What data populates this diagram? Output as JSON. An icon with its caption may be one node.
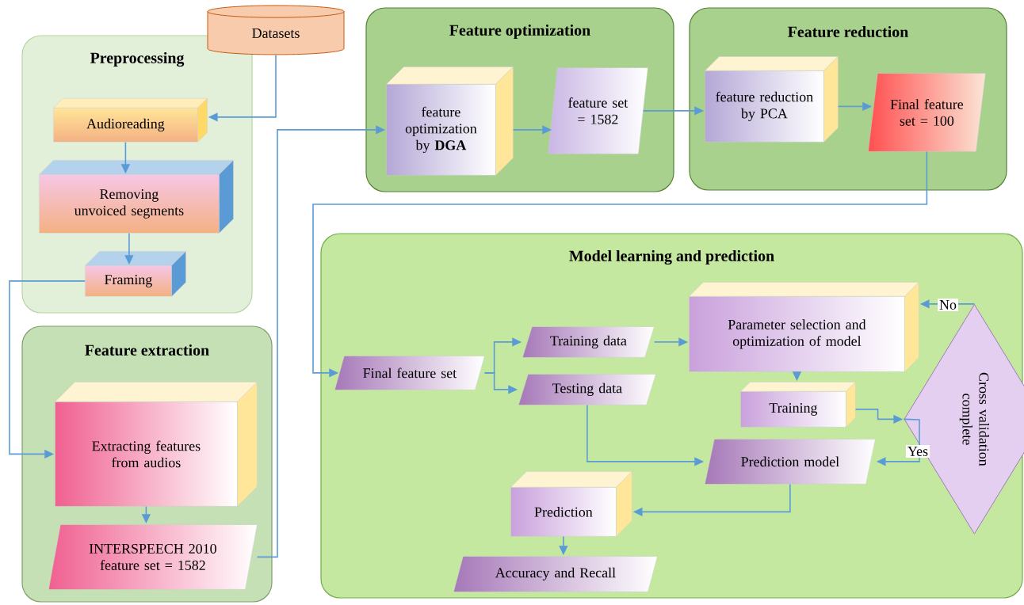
{
  "diagram": {
    "nodes": [
      {
        "text": [
          "Preprocessing"
        ]
      },
      {
        "text": [
          "Datasets"
        ]
      },
      {
        "text": [
          "Audioreading"
        ],
        "in": 0
      },
      {
        "text": [
          "Removing unvoiced segments"
        ],
        "in": 0
      },
      {
        "text": [
          "Framing"
        ],
        "in": 0
      },
      {
        "text": [
          "Feature extraction"
        ]
      },
      {
        "text": [
          "Extracting features from audios"
        ],
        "in": 5
      },
      {
        "text": [
          "INTERSPEECH 2010 feature set = 1582"
        ],
        "in": 5
      },
      {
        "text": [
          "Feature optimization"
        ]
      },
      {
        "text": [
          "feature optimization by **DGA**"
        ],
        "in": 8
      },
      {
        "text": [
          "feature set = 1582"
        ],
        "in": 8
      },
      {
        "text": [
          "Feature reduction"
        ]
      },
      {
        "text": [
          "feature reduction by PCA"
        ],
        "in": 11
      },
      {
        "text": [
          "Final feature set = 100"
        ],
        "in": 11
      },
      {
        "text": [
          "Model learning and prediction"
        ]
      },
      {
        "text": [
          "Final feature set"
        ],
        "in": 14
      },
      {
        "text": [
          "Training data"
        ],
        "in": 14
      },
      {
        "text": [
          "Testing data"
        ],
        "in": 14
      },
      {
        "text": [
          "Parameter selection and optimization of model"
        ],
        "in": 14
      },
      {
        "text": [
          "Cross validation complete"
        ],
        "in": 14
      },
      {
        "text": [
          "Training"
        ],
        "in": 14
      },
      {
        "text": [
          "Prediction model"
        ],
        "in": 14
      },
      {
        "text": [
          "Prediction"
        ],
        "in": 14
      },
      {
        "text": [
          "Accuracy and Recall"
        ],
        "in": 14
      }
    ],
    "edges": [
      {
        "from": 1,
        "to": 2,
        "arrow": "to"
      },
      {
        "from": 2,
        "to": 3,
        "arrow": "to"
      },
      {
        "from": 3,
        "to": 4,
        "arrow": "to"
      },
      {
        "from": 4,
        "to": 6,
        "arrow": "to"
      },
      {
        "from": 6,
        "to": 7,
        "arrow": "to"
      },
      {
        "from": 7,
        "to": 9,
        "arrow": "to"
      },
      {
        "from": 9,
        "to": 10,
        "arrow": "to"
      },
      {
        "from": 10,
        "to": 12,
        "arrow": "to"
      },
      {
        "from": 12,
        "to": 13,
        "arrow": "to"
      },
      {
        "from": 13,
        "to": 15,
        "arrow": "to"
      },
      {
        "from": 15,
        "to": 16,
        "arrow": "to"
      },
      {
        "from": 15,
        "to": 17,
        "arrow": "to"
      },
      {
        "from": 16,
        "to": 18,
        "arrow": "to"
      },
      {
        "from": 18,
        "to": 20,
        "arrow": "to"
      },
      {
        "from": 20,
        "to": 19,
        "arrow": "to"
      },
      {
        "from": 19,
        "to": 18,
        "arrow": "to",
        "label": "No"
      },
      {
        "from": 19,
        "to": 21,
        "arrow": "to",
        "label": "Yes"
      },
      {
        "from": 17,
        "to": 21,
        "arrow": "to"
      },
      {
        "from": 21,
        "to": 22,
        "arrow": "to"
      },
      {
        "from": 22,
        "to": 23,
        "arrow": "to"
      }
    ]
  }
}
